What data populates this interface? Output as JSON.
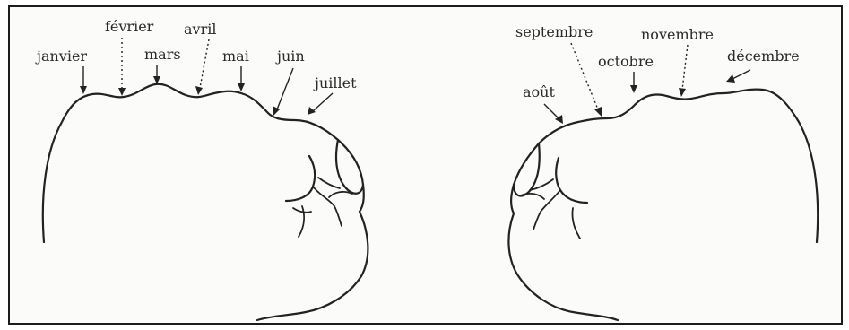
{
  "months": {
    "janvier": "janvier",
    "fevrier": "février",
    "mars": "mars",
    "avril": "avril",
    "mai": "mai",
    "juin": "juin",
    "juillet": "juillet",
    "aout": "août",
    "septembre": "septembre",
    "octobre": "octobre",
    "novembre": "novembre",
    "decembre": "décembre"
  },
  "colors": {
    "ink": "#222222",
    "paper": "#fbfbfa",
    "frame": "#1c1c1c"
  }
}
